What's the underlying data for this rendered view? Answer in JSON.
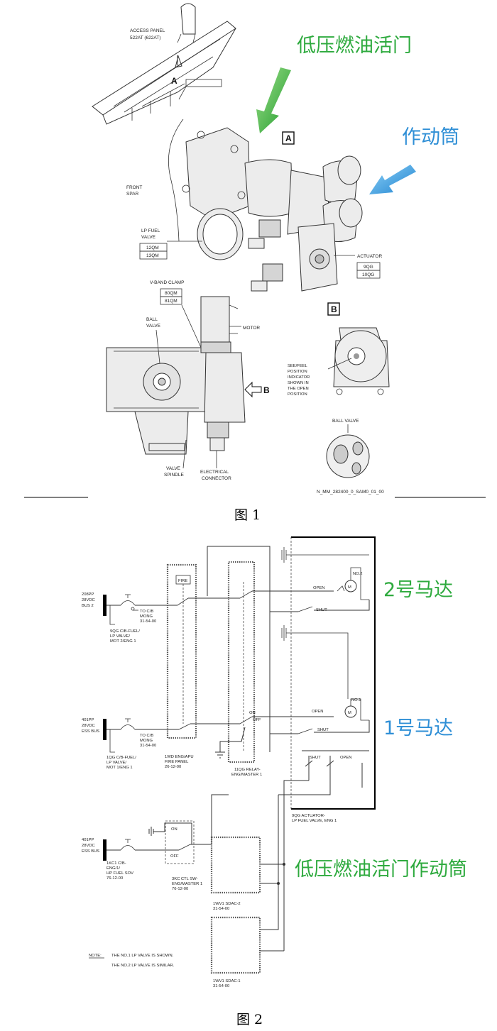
{
  "figure1": {
    "access_panel": "ACCESS PANEL",
    "access_panel_num": "522AT (622AT)",
    "view_a_arrow": "A",
    "view_a_box": "A",
    "view_b_box": "B",
    "view_b_arrow": "B",
    "front_spar": [
      "FRONT",
      "SPAR"
    ],
    "lp_fuel_valve": [
      "LP FUEL",
      "VALVE"
    ],
    "lp_fuel_valve_ids": [
      "12QM",
      "13QM"
    ],
    "actuator": "ACTUATOR",
    "actuator_ids": [
      "9QG",
      "10QG"
    ],
    "vband": "V-BAND CLAMP",
    "vband_ids": [
      "80QM",
      "81QM"
    ],
    "ball_valve": [
      "BALL",
      "VALVE"
    ],
    "motor": "MOTOR",
    "see_feel": [
      "SEE/FEEL",
      "POSITION",
      "INDICATOR",
      "SHOWN IN",
      "THE OPEN",
      "POSITION"
    ],
    "ball_valve_b": "BALL VALVE",
    "valve_spindle": [
      "VALVE",
      "SPINDLE"
    ],
    "electrical_connector": [
      "ELECTRICAL",
      "CONNECTOR"
    ],
    "drawing_id": "N_MM_282400_0_SAM0_01_00",
    "annot_lp_valve": "低压燃油活门",
    "annot_actuator": "作动筒",
    "caption": "图 1"
  },
  "figure2": {
    "bus2": [
      "208PP",
      "28VDC",
      "BUS 2"
    ],
    "cb1_to": [
      "TO C/B",
      "MONG",
      "31-54-00"
    ],
    "cb1_name": [
      "9QG C/B-FUEL/",
      "LP VALVE/",
      "MOT 2/ENG 1"
    ],
    "bus_ess1": [
      "401PP",
      "28VDC",
      "ESS BUS"
    ],
    "cb2_to": [
      "TO C/B",
      "MONG",
      "31-54-00"
    ],
    "cb2_name": [
      "1QG C/B-FUEL/",
      "LP VALVE/",
      "MOT 1/ENG 1"
    ],
    "bus_ess2": [
      "401PP",
      "28VDC",
      "ESS BUS"
    ],
    "cb3_name": [
      "1KC1 C/B-",
      "ENG/1/",
      "HP FUEL SOV",
      "76-12-00"
    ],
    "fire": "FIRE",
    "fire_panel": [
      "1WD ENG/APU",
      "FIRE PANEL",
      "26-12-00"
    ],
    "relay": [
      "11QG RELAY-",
      "ENG/MASTER 1"
    ],
    "on1": "ON",
    "off1": "OFF",
    "on2": "ON",
    "off2": "OFF",
    "ctl_sw": [
      "3KC CTL SW-",
      "ENG/MASTER 1",
      "76-12-00"
    ],
    "open2": "OPEN",
    "shut2": "SHUT",
    "no2": "NO.2",
    "open1": "OPEN",
    "shut1": "SHUT",
    "no1": "NO.1",
    "motor_m": "M",
    "shut_ind": "SHUT",
    "open_ind": "OPEN",
    "actuator_lbl": [
      "9QG ACTUATOR-",
      "LP FUEL VALVE, ENG 1"
    ],
    "sdac2": [
      "1WV1 SDAC-2",
      "31-54-00"
    ],
    "sdac1": [
      "1WV1 SDAC-1",
      "31-54-00"
    ],
    "note_label": "NOTE:",
    "note_text": [
      "THE NO.1 LP VALVE IS SHOWN.",
      "THE NO.2 LP VALVE IS SIMILAR."
    ],
    "annot_motor2": "2号马达",
    "annot_motor1": "1号马达",
    "annot_actuator": "低压燃油活门作动筒",
    "caption": "图 2"
  }
}
